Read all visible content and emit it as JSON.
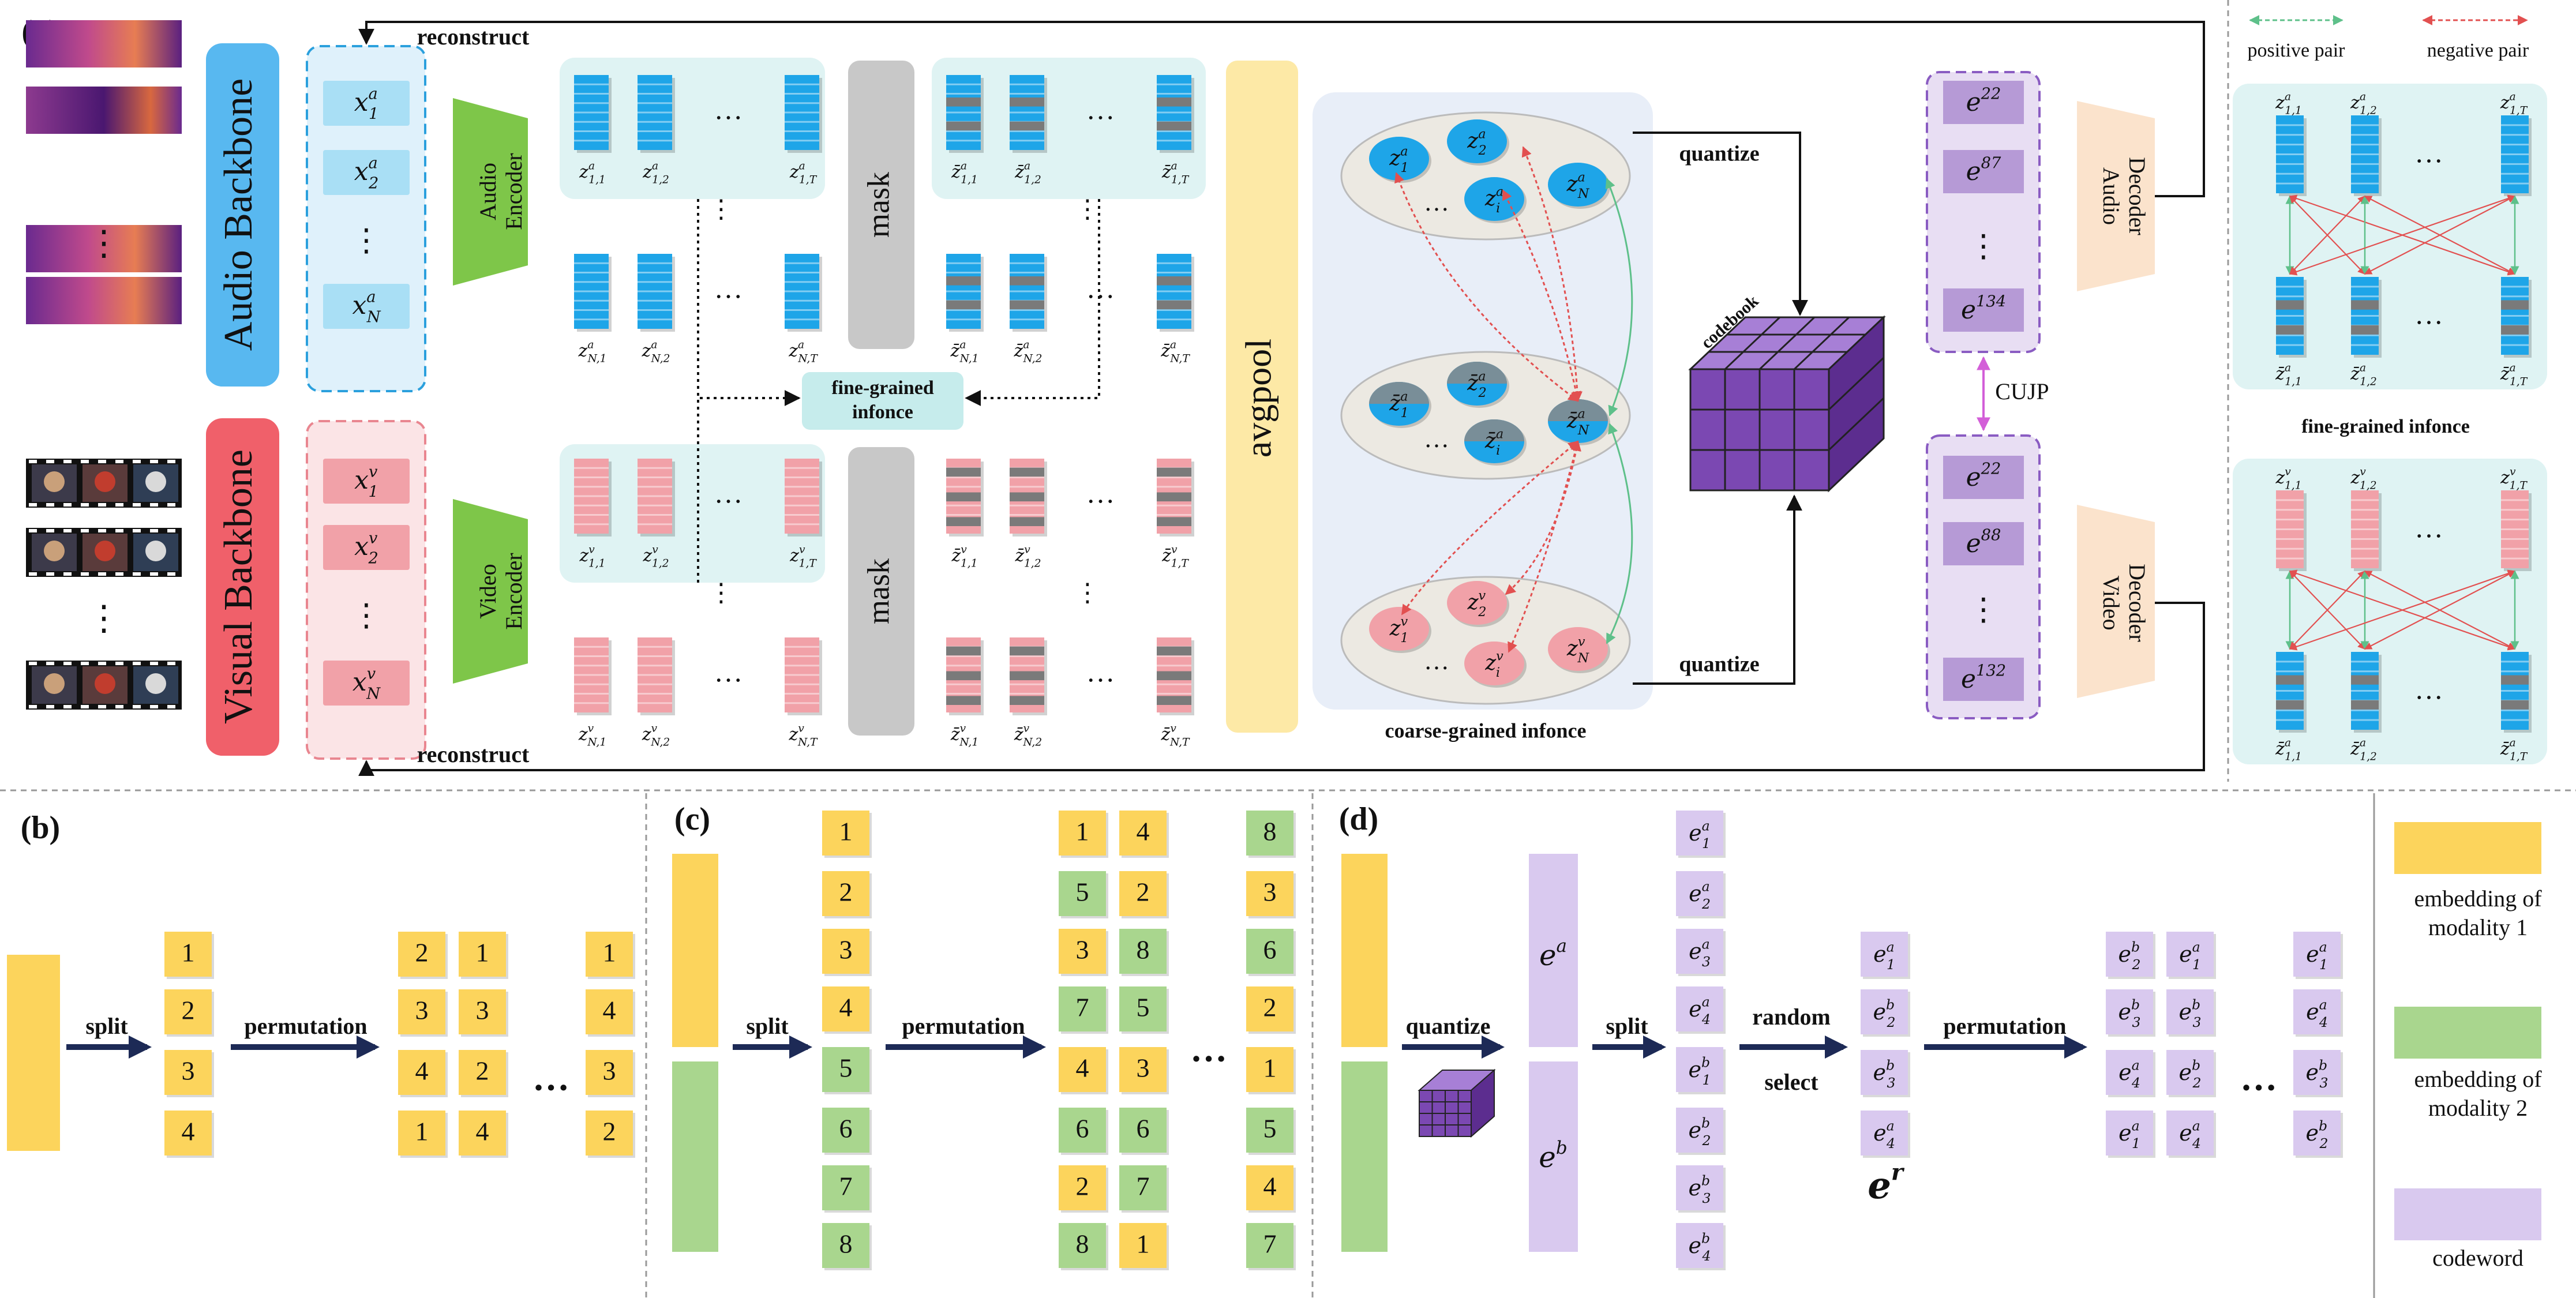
{
  "panel_labels": {
    "a": "(a)",
    "b": "(b)",
    "c": "(c)",
    "d": "(d)"
  },
  "backbones": {
    "audio": "Audio Backbone",
    "visual": "Visual Backbone"
  },
  "encoders": {
    "audio": [
      "Audio",
      "Encoder"
    ],
    "video": [
      "Video",
      "Encoder"
    ]
  },
  "decoders": {
    "audio": [
      "Audio",
      "Decoder"
    ],
    "video": [
      "Video",
      "Decoder"
    ]
  },
  "mask_label": "mask",
  "avgpool_label": "avgpool",
  "reconstruct_label": "reconstruct",
  "fine_grained_label": [
    "fine-grained",
    "infonce"
  ],
  "coarse_grained_label": "coarse-grained infonce",
  "codebook_label": "codebook",
  "quantize_label": "quantize",
  "cujp_label": "CUJP",
  "dots": "…",
  "vdots": "⋮",
  "audio_inputs": [
    {
      "base": "x",
      "sub": "1",
      "sup": "a"
    },
    {
      "base": "x",
      "sub": "2",
      "sup": "a"
    },
    {
      "base": "x",
      "sub": "N",
      "sup": "a"
    }
  ],
  "visual_inputs": [
    {
      "base": "x",
      "sub": "1",
      "sup": "v"
    },
    {
      "base": "x",
      "sub": "2",
      "sup": "v"
    },
    {
      "base": "x",
      "sub": "N",
      "sup": "v"
    }
  ],
  "audio_tokens_row1": [
    {
      "base": "z",
      "sub": "1,1",
      "sup": "a"
    },
    {
      "base": "z",
      "sub": "1,2",
      "sup": "a"
    },
    {
      "base": "z",
      "sub": "1,T",
      "sup": "a"
    }
  ],
  "audio_tokens_rowN": [
    {
      "base": "z",
      "sub": "N,1",
      "sup": "a"
    },
    {
      "base": "z",
      "sub": "N,2",
      "sup": "a"
    },
    {
      "base": "z",
      "sub": "N,T",
      "sup": "a"
    }
  ],
  "audio_masked_row1": [
    {
      "base": "z̄",
      "sub": "1,1",
      "sup": "a"
    },
    {
      "base": "z̄",
      "sub": "1,2",
      "sup": "a"
    },
    {
      "base": "z̄",
      "sub": "1,T",
      "sup": "a"
    }
  ],
  "audio_masked_rowN": [
    {
      "base": "z̄",
      "sub": "N,1",
      "sup": "a"
    },
    {
      "base": "z̄",
      "sub": "N,2",
      "sup": "a"
    },
    {
      "base": "z̄",
      "sub": "N,T",
      "sup": "a"
    }
  ],
  "video_tokens_row1": [
    {
      "base": "z",
      "sub": "1,1",
      "sup": "v"
    },
    {
      "base": "z",
      "sub": "1,2",
      "sup": "v"
    },
    {
      "base": "z",
      "sub": "1,T",
      "sup": "v"
    }
  ],
  "video_tokens_rowN": [
    {
      "base": "z",
      "sub": "N,1",
      "sup": "v"
    },
    {
      "base": "z",
      "sub": "N,2",
      "sup": "v"
    },
    {
      "base": "z",
      "sub": "N,T",
      "sup": "v"
    }
  ],
  "video_masked_row1": [
    {
      "base": "z̄",
      "sub": "1,1",
      "sup": "v"
    },
    {
      "base": "z̄",
      "sub": "1,2",
      "sup": "v"
    },
    {
      "base": "z̄",
      "sub": "1,T",
      "sup": "v"
    }
  ],
  "video_masked_rowN": [
    {
      "base": "z̄",
      "sub": "N,1",
      "sup": "v"
    },
    {
      "base": "z̄",
      "sub": "N,2",
      "sup": "v"
    },
    {
      "base": "z̄",
      "sub": "N,T",
      "sup": "v"
    }
  ],
  "coarse_audio": [
    {
      "base": "z",
      "sub": "1",
      "sup": "a"
    },
    {
      "base": "z",
      "sub": "2",
      "sup": "a"
    },
    {
      "base": "z",
      "sub": "i",
      "sup": "a"
    },
    {
      "base": "z",
      "sub": "N",
      "sup": "a"
    }
  ],
  "coarse_masked": [
    {
      "base": "z̄",
      "sub": "1",
      "sup": "a"
    },
    {
      "base": "z̄",
      "sub": "2",
      "sup": "a"
    },
    {
      "base": "z̄",
      "sub": "i",
      "sup": "a"
    },
    {
      "base": "z̄",
      "sub": "N",
      "sup": "a"
    }
  ],
  "coarse_video": [
    {
      "base": "z",
      "sub": "1",
      "sup": "v"
    },
    {
      "base": "z",
      "sub": "2",
      "sup": "v"
    },
    {
      "base": "z",
      "sub": "i",
      "sup": "v"
    },
    {
      "base": "z",
      "sub": "N",
      "sup": "v"
    }
  ],
  "codewords_audio": [
    {
      "base": "e",
      "sup": "22"
    },
    {
      "base": "e",
      "sup": "87"
    },
    {
      "base": "e",
      "sup": "134"
    }
  ],
  "codewords_video": [
    {
      "base": "e",
      "sup": "22"
    },
    {
      "base": "e",
      "sup": "88"
    },
    {
      "base": "e",
      "sup": "132"
    }
  ],
  "legend": {
    "positive": "positive pair",
    "negative": "negative pair"
  },
  "right_panel": {
    "fine_grained_title": "fine-grained infonce",
    "top_audio": [
      {
        "base": "z",
        "sub": "1,1",
        "sup": "a"
      },
      {
        "base": "z",
        "sub": "1,2",
        "sup": "a"
      },
      {
        "base": "z",
        "sub": "1,T",
        "sup": "a"
      }
    ],
    "top_masked": [
      {
        "base": "z̄",
        "sub": "1,1",
        "sup": "a"
      },
      {
        "base": "z̄",
        "sub": "1,2",
        "sup": "a"
      },
      {
        "base": "z̄",
        "sub": "1,T",
        "sup": "a"
      }
    ],
    "bottom_video": [
      {
        "base": "z",
        "sub": "1,1",
        "sup": "v"
      },
      {
        "base": "z",
        "sub": "1,2",
        "sup": "v"
      },
      {
        "base": "z",
        "sub": "1,T",
        "sup": "v"
      }
    ],
    "bottom_masked": [
      {
        "base": "z̄",
        "sub": "1,1",
        "sup": "a"
      },
      {
        "base": "z̄",
        "sub": "1,2",
        "sup": "a"
      },
      {
        "base": "z̄",
        "sub": "1,T",
        "sup": "a"
      }
    ]
  },
  "panel_b": {
    "split": "split",
    "permutation": "permutation",
    "split_items": [
      "1",
      "2",
      "3",
      "4"
    ],
    "perm_col1": [
      "2",
      "3",
      "4",
      "1"
    ],
    "perm_col2": [
      "1",
      "3",
      "2",
      "4"
    ],
    "perm_col3": [
      "1",
      "4",
      "3",
      "2"
    ]
  },
  "panel_c": {
    "split": "split",
    "permutation": "permutation",
    "split_items": [
      "1",
      "2",
      "3",
      "4",
      "5",
      "6",
      "7",
      "8"
    ],
    "perm_col1": [
      "1",
      "5",
      "3",
      "7",
      "4",
      "6",
      "2",
      "8"
    ],
    "perm_col2": [
      "4",
      "2",
      "8",
      "5",
      "3",
      "6",
      "7",
      "1"
    ],
    "perm_col3": [
      "8",
      "3",
      "6",
      "2",
      "1",
      "5",
      "4",
      "7"
    ]
  },
  "panel_d": {
    "quantize": "quantize",
    "split": "split",
    "random": "random",
    "select": "select",
    "permutation": "permutation",
    "ea": {
      "base": "e",
      "sup": "a"
    },
    "eb": {
      "base": "e",
      "sup": "b"
    },
    "er": {
      "base": "e",
      "sup": "r"
    },
    "split_items": [
      {
        "base": "e",
        "sub": "1",
        "sup": "a"
      },
      {
        "base": "e",
        "sub": "2",
        "sup": "a"
      },
      {
        "base": "e",
        "sub": "3",
        "sup": "a"
      },
      {
        "base": "e",
        "sub": "4",
        "sup": "a"
      },
      {
        "base": "e",
        "sub": "1",
        "sup": "b"
      },
      {
        "base": "e",
        "sub": "2",
        "sup": "b"
      },
      {
        "base": "e",
        "sub": "3",
        "sup": "b"
      },
      {
        "base": "e",
        "sub": "4",
        "sup": "b"
      }
    ],
    "select_items": [
      {
        "base": "e",
        "sub": "1",
        "sup": "a"
      },
      {
        "base": "e",
        "sub": "2",
        "sup": "b"
      },
      {
        "base": "e",
        "sub": "3",
        "sup": "b"
      },
      {
        "base": "e",
        "sub": "4",
        "sup": "a"
      }
    ],
    "perm_col1": [
      {
        "base": "e",
        "sub": "2",
        "sup": "b"
      },
      {
        "base": "e",
        "sub": "3",
        "sup": "b"
      },
      {
        "base": "e",
        "sub": "4",
        "sup": "a"
      },
      {
        "base": "e",
        "sub": "1",
        "sup": "a"
      }
    ],
    "perm_col2": [
      {
        "base": "e",
        "sub": "1",
        "sup": "a"
      },
      {
        "base": "e",
        "sub": "3",
        "sup": "b"
      },
      {
        "base": "e",
        "sub": "2",
        "sup": "b"
      },
      {
        "base": "e",
        "sub": "4",
        "sup": "a"
      }
    ],
    "perm_col3": [
      {
        "base": "e",
        "sub": "1",
        "sup": "a"
      },
      {
        "base": "e",
        "sub": "4",
        "sup": "a"
      },
      {
        "base": "e",
        "sub": "3",
        "sup": "b"
      },
      {
        "base": "e",
        "sub": "2",
        "sup": "b"
      }
    ]
  },
  "bottom_legend": {
    "modality1": [
      "embedding of",
      "modality 1"
    ],
    "modality2": [
      "embedding of",
      "modality 2"
    ],
    "codeword": "codeword"
  },
  "colors": {
    "audio_blue": "#1ea5e8",
    "audio_light": "#a9dff5",
    "audio_backbone": "#58b8f0",
    "visual_pink": "#f1a1a8",
    "visual_light": "#f6c9cc",
    "visual_backbone": "#f0606a",
    "encoder_green": "#7ec649",
    "mask_gray": "#c8c8c8",
    "avgpool_yellow": "#fde9a6",
    "codeword_purple": "#b69ad6",
    "codebook_purple": "#7d4bb3",
    "decoder_peach": "#fbe3cc",
    "panel_yellow": "#fcd45c",
    "panel_green": "#a9d68e",
    "positive_green": "#5ec08a",
    "negative_red": "#e25050",
    "teal_bg": "#dff3f3"
  }
}
